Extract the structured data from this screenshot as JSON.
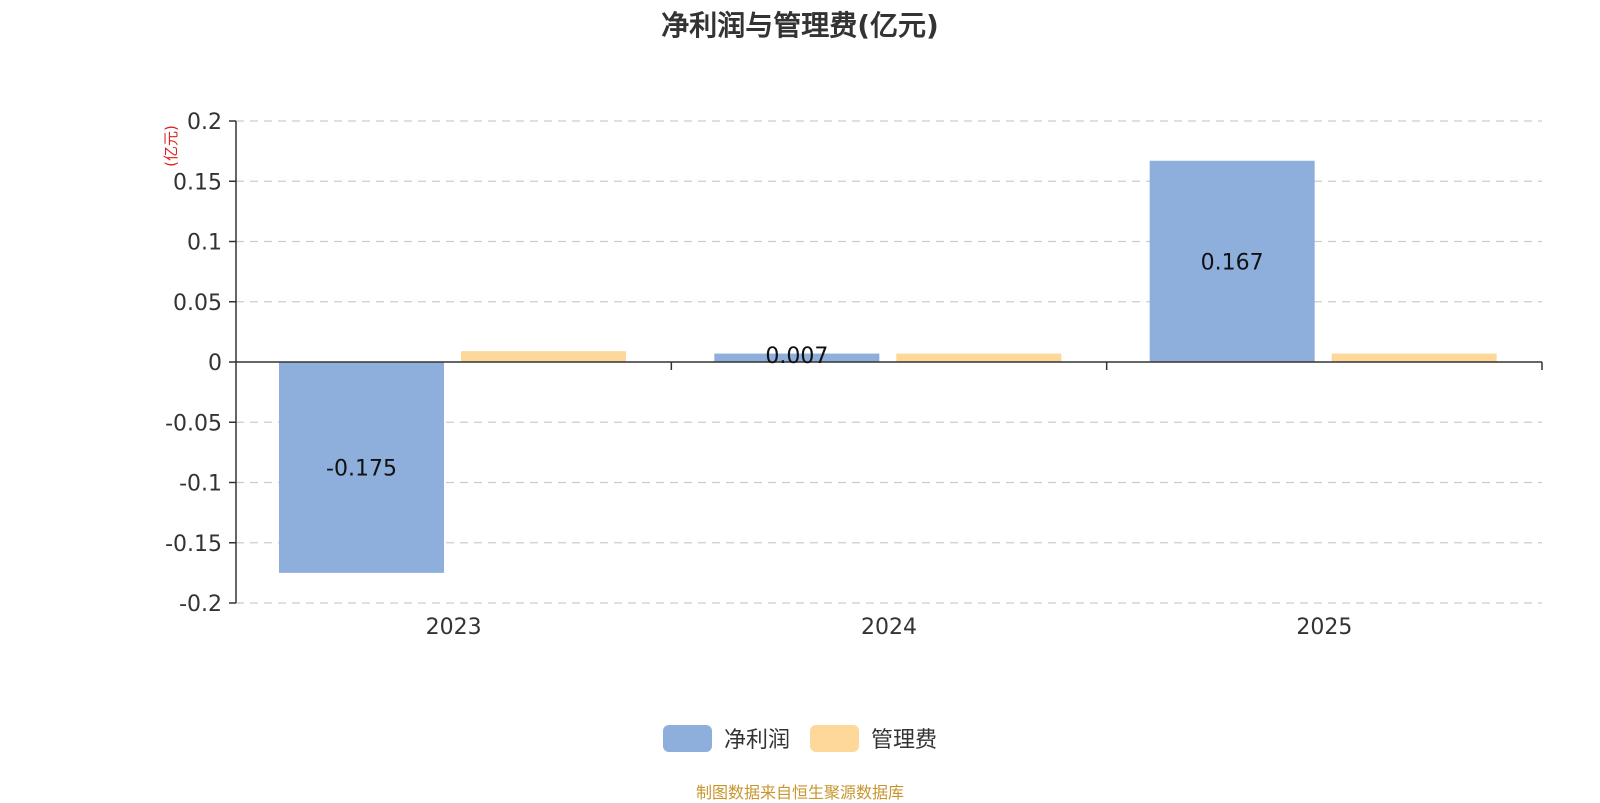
{
  "chart_data": {
    "type": "bar",
    "title": "净利润与管理费(亿元)",
    "y_unit_label": "(亿元)",
    "categories": [
      "2023",
      "2024",
      "2025"
    ],
    "series": [
      {
        "name": "净利润",
        "color": "#8eaedb",
        "values": [
          -0.175,
          0.007,
          0.167
        ],
        "data_labels": [
          "-0.175",
          "0.007",
          "0.167"
        ]
      },
      {
        "name": "管理费",
        "color": "#fdd89a",
        "values": [
          0.009,
          0.007,
          0.007
        ]
      }
    ],
    "ylim": [
      -0.2,
      0.2
    ],
    "yticks": [
      0.2,
      0.15,
      0.1,
      0.05,
      0,
      -0.05,
      -0.1,
      -0.15,
      -0.2
    ],
    "ytick_labels": [
      "0.2",
      "0.15",
      "0.1",
      "0.05",
      "0",
      "-0.05",
      "-0.1",
      "-0.15",
      "-0.2"
    ],
    "grid": true,
    "legend_position": "bottom-center"
  },
  "footer": {
    "source": "制图数据来自恒生聚源数据库"
  }
}
